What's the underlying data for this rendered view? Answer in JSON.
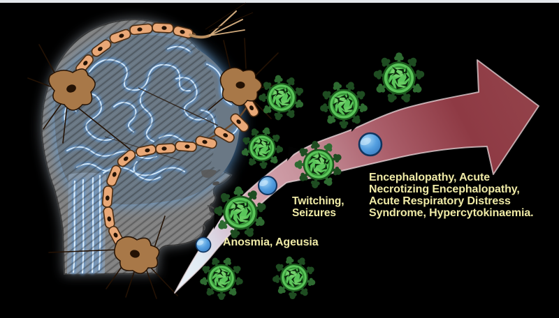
{
  "figure": {
    "type": "scientific-illustration",
    "topic": "SARS-CoV-2 virus particles travelling along a severity arrow from nose and mouth toward the brain, with escalating neurological symptoms",
    "background_color": "#000000"
  },
  "labels": {
    "mild": "Anosmia, Ageusia",
    "moderate": "Twitching,\nSeizures",
    "severe": "Encephalopathy, Acute\nNecrotizing Encephalopathy,\nAcute Respiratory Distress\nSyndrome, Hypercytokinaemia."
  },
  "colors": {
    "background": "#000000",
    "top-border": "#e3e7ec",
    "label-text": "#efeaa6",
    "arrow-tail": "#edf4fa",
    "arrow-pink": "#d5a6b0",
    "arrow-mid": "#ab5f6b",
    "arrow-dark": "#8e3a44",
    "virus-body": "#5ac55a",
    "virus-spike": "#1e4c21",
    "droplet-blue": "#4f9ade",
    "myelin": "#e9a877",
    "neuron-body": "#a87848",
    "brain-glow": "#9cc8ee",
    "head-gray": "#828282"
  },
  "elements": {
    "head_profile_count": 1,
    "brain_count": 1,
    "spinal_cord_count": 1,
    "neuron_count": 3,
    "myelinated_axon_chains": 2,
    "virus_particle_count": 8,
    "droplet_count": 3,
    "severity_arrow_count": 1
  }
}
